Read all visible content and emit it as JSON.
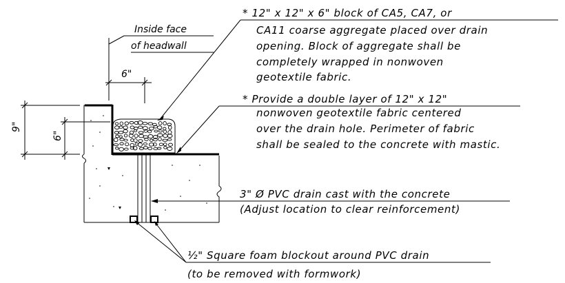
{
  "labels": {
    "inside_face_1": "Inside face",
    "inside_face_2": "of headwall",
    "dim_6_horizontal": "6\"",
    "dim_9_vertical": "9\"",
    "dim_6_vertical": "6\""
  },
  "notes": {
    "aggregate": [
      "* 12\" x 12\" x 6\" block of CA5, CA7, or",
      "CA11 coarse aggregate placed over drain",
      "opening. Block of aggregate shall be",
      "completely wrapped in nonwoven",
      "geotextile fabric."
    ],
    "fabric": [
      "* Provide a double layer of 12\" x 12\"",
      "nonwoven geotextile fabric centered",
      "over the drain hole. Perimeter of fabric",
      "shall be sealed to the concrete with mastic."
    ],
    "pvc": [
      "3\" Ø PVC drain cast with the concrete",
      "(Adjust location to clear reinforcement)"
    ],
    "foam": [
      "½\" Square foam blockout around PVC drain",
      "(to be removed with formwork)"
    ]
  }
}
